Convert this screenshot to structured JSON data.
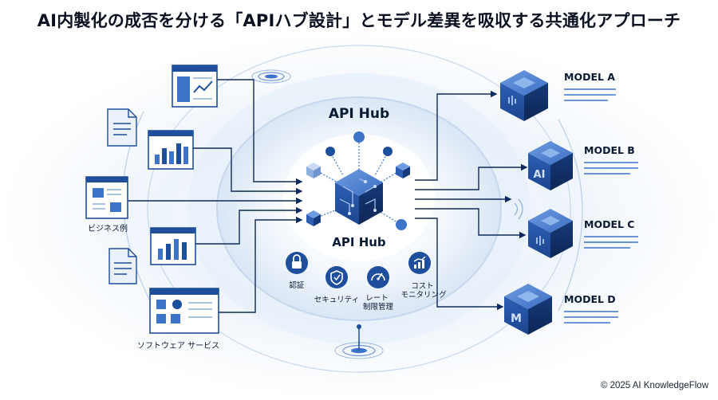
{
  "title": "AI内製化の成否を分ける「APIハブ設計」とモデル差異を吸収する共通化アプローチ",
  "hub": {
    "top_label": "API Hub",
    "center_label": "API Hub"
  },
  "features": [
    {
      "label": "認証",
      "icon": "lock-icon"
    },
    {
      "label": "セキュリティ",
      "icon": "shield-check-icon"
    },
    {
      "label": "レート\n制限管理",
      "icon": "gauge-icon"
    },
    {
      "label": "コスト\nモニタリング",
      "icon": "cost-chart-icon"
    }
  ],
  "sources": {
    "business_label": "ビジネス例",
    "software_label": "ソフトウェア サービス"
  },
  "models": [
    {
      "label": "MODEL A",
      "cube_text": ""
    },
    {
      "label": "MODEL B",
      "cube_text": "AI"
    },
    {
      "label": "MODEL C",
      "cube_text": ""
    },
    {
      "label": "MODEL D",
      "cube_text": "M"
    }
  ],
  "colors": {
    "primary": "#1f4e9c",
    "dark": "#0f2a5c",
    "light": "#dbe7f6",
    "accent": "#3d73c9"
  },
  "copyright": "© 2025 AI KnowledgeFlow"
}
